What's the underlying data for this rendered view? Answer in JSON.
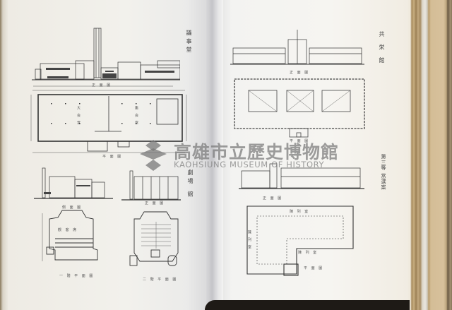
{
  "document": {
    "type": "scanned-book-spread",
    "left_page": {
      "captions": [
        {
          "id": "public-hall-a",
          "text": "議事堂"
        },
        {
          "id": "theater-b",
          "text": "劇場 舘"
        }
      ],
      "drawing_labels": {
        "front_elevation": "正 面 圖",
        "floor_plan": "平 面 圖",
        "plan_room_left": "大 会 堂",
        "plan_room_right": "集 会 室",
        "side_elevation_1": "側 面 圖",
        "side_elevation_2": "正 面 圖",
        "theater_plan_1": "一 階 平 面 圖",
        "theater_plan_1_room": "觀 客 席",
        "theater_plan_2": "二 階 平 面 圖"
      }
    },
    "right_page": {
      "captions": [
        {
          "id": "exhibition-hall",
          "text": "共 栄 館"
        },
        {
          "id": "third-prize",
          "text": "第三等 當選案"
        }
      ],
      "drawing_labels": {
        "top_elevation": "正 面 圖",
        "top_plan": "平 面 圖",
        "lower_elevation": "正 面 圖",
        "lower_plan": "平 面 圖",
        "lower_plan_hall_a": "陳 列 室",
        "lower_plan_hall_b": "陳 列 室",
        "lower_plan_hall_c": "陳 列 室"
      }
    }
  },
  "watermark": {
    "title": "高雄市立歷史博物館",
    "subtitle": "KAOHSIUNG MUSEUM OF HISTORY",
    "color": "#8a8a8a"
  },
  "colors": {
    "paper_left": "#f2f1ec",
    "paper_right": "#f6f5f1",
    "ink": "#3a3a3a",
    "page_edges": "#c3aa80",
    "background": "#1e1a16"
  }
}
